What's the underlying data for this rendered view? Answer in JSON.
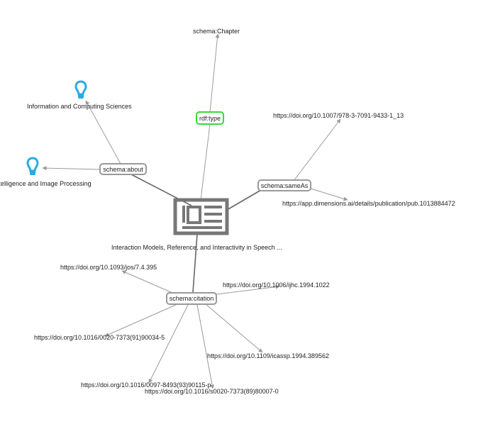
{
  "graph": {
    "center_label": "Interaction Models, Reference, and Interactivity in Speech ...",
    "center_icon": "newspaper-icon",
    "predicates": {
      "type": "rdf:type",
      "about": "schema:about",
      "sameAs": "schema:sameAs",
      "citation": "schema:citation"
    },
    "type_value": "schema:Chapter",
    "about_values": [
      {
        "label": "Information and Computing Sciences",
        "icon": "lightbulb-icon"
      },
      {
        "label": "Artificial Intelligence and Image Processing",
        "icon": "lightbulb-icon"
      }
    ],
    "sameAs_values": [
      "https://doi.org/10.1007/978-3-7091-9433-1_13",
      "https://app.dimensions.ai/details/publication/pub.1013884472"
    ],
    "citation_values": [
      "https://doi.org/10.1093/jos/7.4.395",
      "https://doi.org/10.1006/ijhc.1994.1022",
      "https://doi.org/10.1016/0020-7373(91)90034-5",
      "https://doi.org/10.1109/icassp.1994.389562",
      "https://doi.org/10.1016/0097-8493(93)90115-p",
      "https://doi.org/10.1016/s0020-7373(89)80007-0"
    ],
    "colors": {
      "icon_blue": "#29abe2",
      "predicate_border": "#999999",
      "type_border": "#33dd33",
      "center_icon": "#777777"
    }
  }
}
